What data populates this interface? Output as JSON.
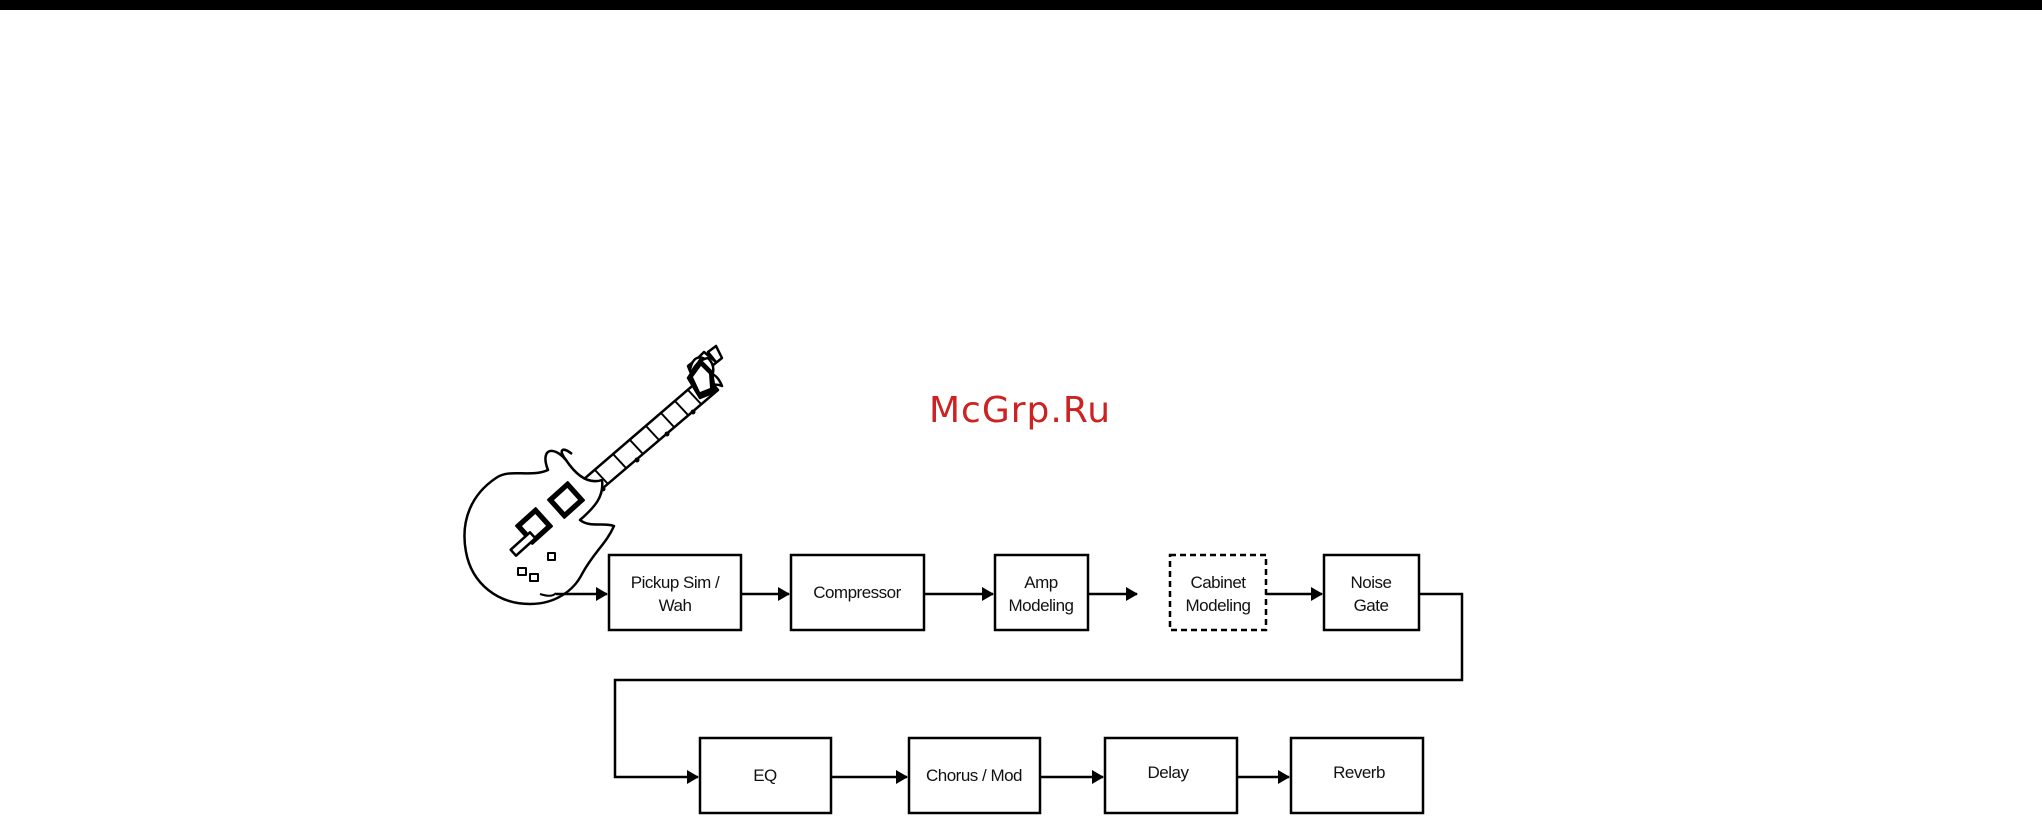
{
  "watermark": "McGrp.Ru",
  "colors": {
    "line": "#000000",
    "watermark": "#cc2222",
    "background": "#ffffff"
  },
  "icons": {
    "guitar": "electric-guitar-icon"
  },
  "signal_chain": {
    "row1": [
      {
        "id": "pickup-sim",
        "lines": [
          "Pickup Sim /",
          "Wah"
        ],
        "style": "solid"
      },
      {
        "id": "compressor",
        "lines": [
          "Compressor"
        ],
        "style": "solid"
      },
      {
        "id": "amp-modeling",
        "lines": [
          "Amp",
          "Modeling"
        ],
        "style": "solid"
      },
      {
        "id": "cabinet-modeling",
        "lines": [
          "Cabinet",
          "Modeling"
        ],
        "style": "dashed"
      },
      {
        "id": "noise-gate",
        "lines": [
          "Noise",
          "Gate"
        ],
        "style": "solid"
      }
    ],
    "row2": [
      {
        "id": "eq",
        "lines": [
          "EQ"
        ],
        "style": "solid"
      },
      {
        "id": "chorus-mod",
        "lines": [
          "Chorus / Mod"
        ],
        "style": "solid"
      },
      {
        "id": "delay",
        "lines": [
          "Delay"
        ],
        "style": "solid"
      },
      {
        "id": "reverb",
        "lines": [
          "Reverb"
        ],
        "style": "solid"
      }
    ]
  }
}
